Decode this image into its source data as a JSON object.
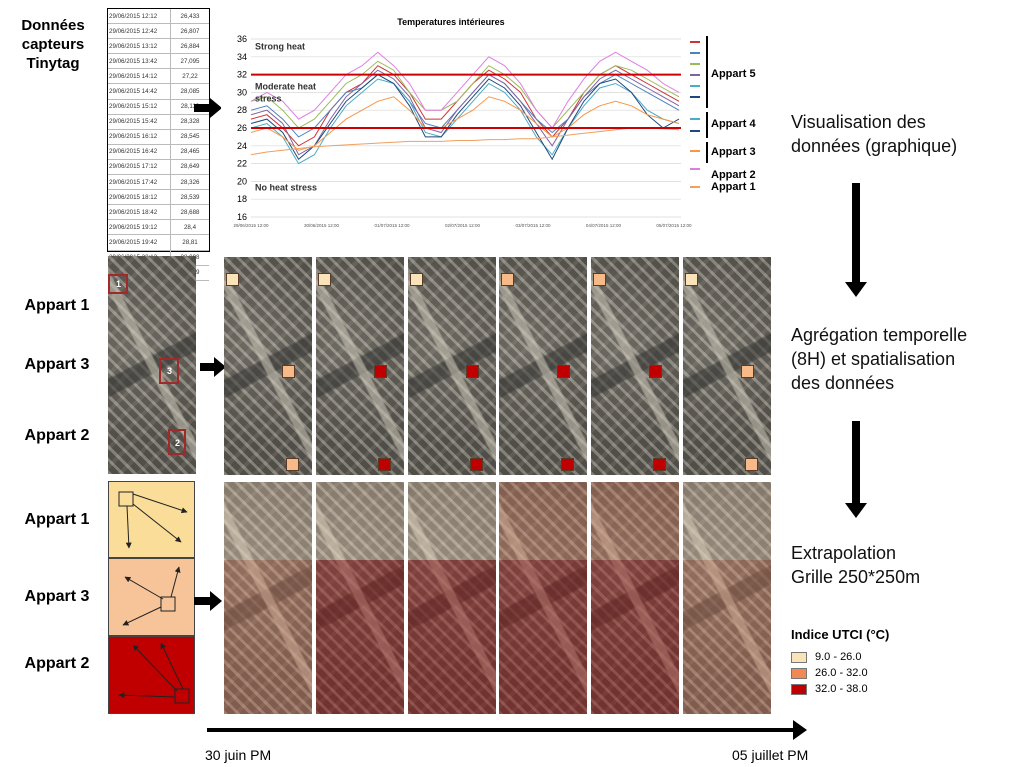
{
  "sensor": {
    "title_lines": [
      "Données",
      "capteurs",
      "Tinytag"
    ],
    "rows": [
      {
        "datetime": "29/06/2015 12:12",
        "value": "26,433"
      },
      {
        "datetime": "29/06/2015 12:42",
        "value": "26,807"
      },
      {
        "datetime": "29/06/2015 13:12",
        "value": "26,884"
      },
      {
        "datetime": "29/06/2015 13:42",
        "value": "27,095"
      },
      {
        "datetime": "29/06/2015 14:12",
        "value": "27,22"
      },
      {
        "datetime": "29/06/2015 14:42",
        "value": "28,085"
      },
      {
        "datetime": "29/06/2015 15:12",
        "value": "28,119"
      },
      {
        "datetime": "29/06/2015 15:42",
        "value": "28,328"
      },
      {
        "datetime": "29/06/2015 16:12",
        "value": "28,545"
      },
      {
        "datetime": "29/06/2015 16:42",
        "value": "28,465"
      },
      {
        "datetime": "29/06/2015 17:12",
        "value": "28,649"
      },
      {
        "datetime": "29/06/2015 17:42",
        "value": "28,326"
      },
      {
        "datetime": "29/06/2015 18:12",
        "value": "28,539"
      },
      {
        "datetime": "29/06/2015 18:42",
        "value": "28,688"
      },
      {
        "datetime": "29/06/2015 19:12",
        "value": "28,4"
      },
      {
        "datetime": "29/06/2015 19:42",
        "value": "28,81"
      },
      {
        "datetime": "29/06/2015 20:12",
        "value": "28,008"
      },
      {
        "datetime": "29/06/2015 20:42",
        "value": "27,929"
      }
    ]
  },
  "chart_data": {
    "type": "line",
    "title": "Temperatures intérieures",
    "xlabel": "",
    "ylabel": "",
    "ylim": [
      16,
      36
    ],
    "yticks": [
      16,
      18,
      20,
      22,
      24,
      26,
      28,
      30,
      32,
      34,
      36
    ],
    "xticks": [
      "29/06/2015 12:00",
      "30/06/2015 12:00",
      "01/07/2015 12:00",
      "02/07/2015 12:00",
      "03/07/2015 12:00",
      "04/07/2015 12:00",
      "05/07/2015 12:00"
    ],
    "grid": true,
    "thresholds": [
      {
        "value": 32,
        "color": "#cc0000"
      },
      {
        "value": 26,
        "color": "#cc0000"
      }
    ],
    "annotations": [
      {
        "text": "Strong heat",
        "y": 34.8
      },
      {
        "text": "Moderate heat",
        "y": 30.3
      },
      {
        "text": "stress",
        "y": 29.0
      },
      {
        "text": "No heat stress",
        "y": 19.0
      }
    ],
    "series_x": [
      0,
      0.5,
      1,
      1.5,
      2,
      2.5,
      3,
      3.5,
      4,
      4.5,
      5,
      5.5,
      6,
      6.5,
      7,
      7.5,
      8,
      8.5,
      9,
      9.5,
      10,
      10.5,
      11,
      11.5,
      12,
      12.5,
      13,
      13.5
    ],
    "series": [
      {
        "group": "Appart 5",
        "color": "#cc3333",
        "values": [
          27,
          27.5,
          26,
          24,
          25,
          28,
          30,
          31,
          33,
          32,
          30,
          27,
          27,
          29,
          31,
          32.5,
          31.5,
          30,
          27,
          25,
          27,
          30,
          32,
          33,
          32,
          31,
          30,
          29
        ]
      },
      {
        "group": "Appart 5",
        "color": "#4f81bd",
        "values": [
          28,
          28.5,
          27,
          25,
          26,
          28,
          30,
          30.5,
          32,
          31,
          29,
          26.5,
          26,
          28,
          30,
          32,
          31,
          29,
          27,
          25.5,
          27,
          29.5,
          31,
          32,
          31,
          30,
          29,
          28
        ]
      },
      {
        "group": "Appart 5",
        "color": "#9bbb59",
        "values": [
          29,
          29.5,
          28,
          26,
          27,
          29,
          31,
          32,
          33.5,
          32.5,
          30,
          28,
          28,
          29,
          31,
          33,
          32,
          30.5,
          28,
          26,
          28,
          30,
          32,
          33,
          32.5,
          31.5,
          30.5,
          29.5
        ]
      },
      {
        "group": "Appart 5",
        "color": "#8064a2",
        "values": [
          27.5,
          28,
          26.5,
          23,
          24,
          27,
          29.5,
          31,
          32.5,
          31.5,
          29.5,
          26,
          25.5,
          28,
          30,
          32,
          31,
          29,
          26.5,
          24,
          27,
          29.5,
          31.5,
          32.5,
          31.5,
          30.5,
          29.5,
          28.5
        ]
      },
      {
        "group": "Appart 4",
        "color": "#4bacc6",
        "values": [
          26,
          26.5,
          25,
          22,
          23,
          26,
          28.5,
          30,
          31.5,
          31,
          29,
          25.5,
          25,
          27,
          29,
          31,
          30,
          28,
          25,
          23,
          26,
          28.5,
          30.5,
          31,
          30,
          28,
          27,
          26.5
        ]
      },
      {
        "group": "Appart 4",
        "color": "#1f497d",
        "values": [
          26.5,
          27,
          25.5,
          22.5,
          24,
          26.5,
          29,
          30.5,
          32,
          31,
          28.5,
          25,
          25,
          27.5,
          29.5,
          31.5,
          30.5,
          28.5,
          25.5,
          22.5,
          26,
          29,
          31,
          31.5,
          30,
          27.5,
          26,
          27
        ]
      },
      {
        "group": "Appart 3",
        "color": "#f79646",
        "values": [
          25.5,
          26,
          25,
          23.5,
          24,
          25.5,
          27,
          28,
          29,
          29.5,
          28,
          26,
          26,
          27,
          28,
          29.5,
          29,
          28,
          26.5,
          25,
          26,
          27.5,
          28.5,
          29,
          28.5,
          27.5,
          27,
          26.5
        ]
      },
      {
        "group": "Appart 2",
        "color": "#e07ee0",
        "values": [
          29,
          30,
          29,
          27,
          28,
          30,
          32,
          33,
          34.5,
          33,
          31,
          28,
          28,
          30,
          32,
          34,
          33,
          31,
          28,
          26,
          29,
          31.5,
          33.5,
          34.5,
          33.5,
          32.5,
          31,
          30
        ]
      },
      {
        "group": "Appart 1",
        "color": "#f0a060",
        "values": [
          23,
          23.3,
          23.5,
          23.7,
          23.9,
          24,
          24.1,
          24.2,
          24.3,
          24.4,
          24.5,
          24.5,
          24.5,
          24.6,
          24.6,
          24.7,
          24.7,
          24.8,
          24.8,
          25,
          25.2,
          25.4,
          25.6,
          25.8,
          26,
          26,
          25.9,
          25.8
        ]
      }
    ],
    "legend_groups": [
      "Appart 5",
      "Appart 4",
      "Appart 3",
      "Appart 2",
      "Appart 1"
    ]
  },
  "captions": {
    "step1": [
      "Visualisation des",
      "données  (graphique)"
    ],
    "step2": [
      "Agrégation  temporelle",
      "(8H) et spatialisation",
      "des données"
    ],
    "step3": [
      "Extrapolation",
      "Grille 250*250m"
    ]
  },
  "row_labels": {
    "map_rows": [
      "Appart 1",
      "Appart 3",
      "Appart 2"
    ],
    "zone_rows": [
      "Appart 1",
      "Appart 3",
      "Appart 2"
    ]
  },
  "locator_numbers": [
    "1",
    "3",
    "2"
  ],
  "colors": {
    "low": "#fbe3b9",
    "mid": "#f7b987",
    "high": "#c00000",
    "zone_low": "#f9dd99",
    "zone_mid": "#f7c49a",
    "zone_high": "#c00000"
  },
  "panels": [
    {
      "a1": "low",
      "a3": "mid",
      "a2": "mid",
      "tint": [
        "low",
        "mid",
        "mid"
      ]
    },
    {
      "a1": "low",
      "a3": "high",
      "a2": "high",
      "tint": [
        "low",
        "high",
        "high"
      ]
    },
    {
      "a1": "low",
      "a3": "high",
      "a2": "high",
      "tint": [
        "low",
        "high",
        "high"
      ]
    },
    {
      "a1": "mid",
      "a3": "high",
      "a2": "high",
      "tint": [
        "mid",
        "high",
        "high"
      ]
    },
    {
      "a1": "mid",
      "a3": "high",
      "a2": "high",
      "tint": [
        "mid",
        "high",
        "high"
      ]
    },
    {
      "a1": "low",
      "a3": "mid",
      "a2": "mid",
      "tint": [
        "low",
        "mid",
        "mid"
      ]
    }
  ],
  "legend": {
    "title": "Indice UTCI (°C)",
    "items": [
      {
        "label": "9.0 - 26.0",
        "color": "#fbe3b9"
      },
      {
        "label": "26.0 - 32.0",
        "color": "#ef8a55"
      },
      {
        "label": "32.0 - 38.0",
        "color": "#c00000"
      }
    ]
  },
  "timeline": {
    "start": "30 juin PM",
    "end": "05 juillet PM"
  }
}
